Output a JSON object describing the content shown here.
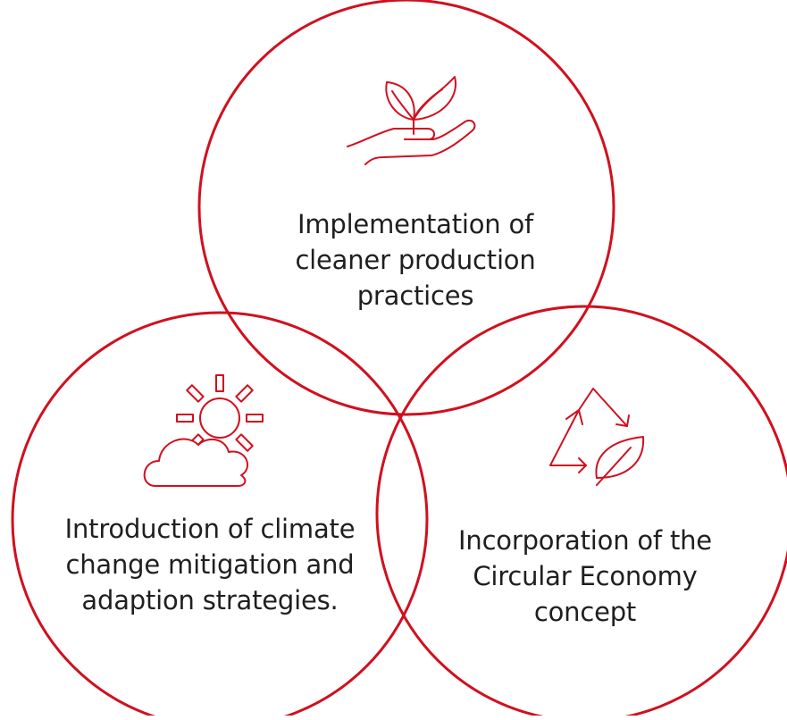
{
  "colors": {
    "accent": "#d0101e",
    "text": "#1f1f1f",
    "background": "#ffffff"
  },
  "circles": {
    "top": {
      "icon": "hand-holding-plant-icon",
      "lines": [
        "Implementation of",
        "cleaner production",
        "practices"
      ]
    },
    "left": {
      "icon": "sun-behind-cloud-icon",
      "lines": [
        "Introduction of climate",
        "change mitigation and",
        "adaption strategies."
      ]
    },
    "right": {
      "icon": "recycle-leaf-icon",
      "lines": [
        "Incorporation of the",
        "Circular Economy",
        "concept"
      ]
    }
  }
}
